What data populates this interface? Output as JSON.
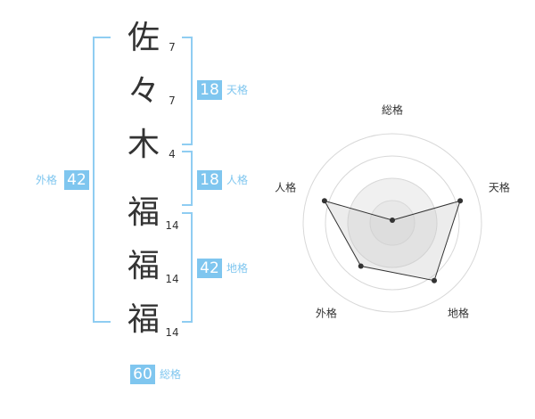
{
  "name_chars": [
    {
      "char": "佐",
      "strokes": "7"
    },
    {
      "char": "々",
      "strokes": "7"
    },
    {
      "char": "木",
      "strokes": "4"
    },
    {
      "char": "福",
      "strokes": "14"
    },
    {
      "char": "福",
      "strokes": "14"
    },
    {
      "char": "福",
      "strokes": "14"
    }
  ],
  "kakusu": {
    "tenkaku": {
      "label": "天格",
      "value": "18"
    },
    "jinkaku": {
      "label": "人格",
      "value": "18"
    },
    "chikaku": {
      "label": "地格",
      "value": "42"
    },
    "gaikaku": {
      "label": "外格",
      "value": "42"
    },
    "soukaku": {
      "label": "総格",
      "value": "60"
    }
  },
  "colors": {
    "accent": "#7fc6ef",
    "bracket": "#8fcdf2",
    "text": "#333333",
    "radar_fill": "#f0f0f0",
    "radar_ring": "#d8d8d8",
    "radar_line": "#333333"
  },
  "chart_data": {
    "type": "radar",
    "axes": [
      "総格",
      "天格",
      "地格",
      "外格",
      "人格"
    ],
    "values": [
      0.03,
      0.8,
      0.8,
      0.6,
      0.8
    ],
    "range": [
      0,
      1
    ],
    "rings": 4
  }
}
